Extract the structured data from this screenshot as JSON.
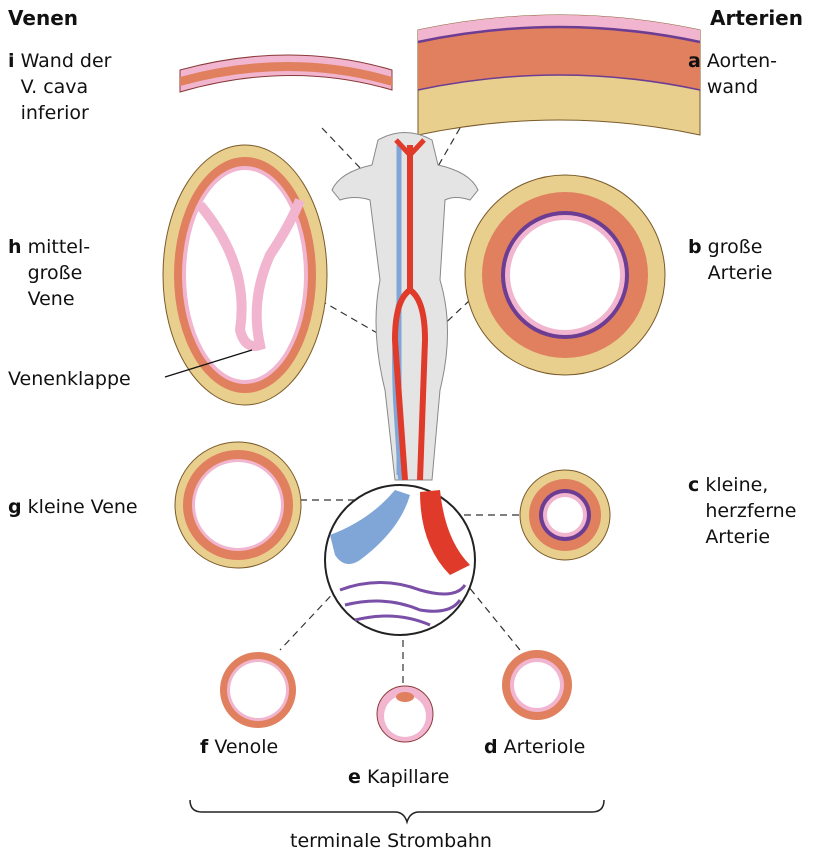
{
  "headings": {
    "veins": "Venen",
    "arteries": "Arterien"
  },
  "labels": {
    "a": {
      "letter": "a",
      "text": "Aorten-\nwand"
    },
    "b": {
      "letter": "b",
      "text": "große\nArterie"
    },
    "c": {
      "letter": "c",
      "text": "kleine,\nherzferne\nArterie"
    },
    "d": {
      "letter": "d",
      "text": "Arteriole"
    },
    "e": {
      "letter": "e",
      "text": "Kapillare"
    },
    "f": {
      "letter": "f",
      "text": "Venole"
    },
    "g": {
      "letter": "g",
      "text": "kleine Vene"
    },
    "h": {
      "letter": "h",
      "text": "mittel-\ngroße\nVene"
    },
    "i": {
      "letter": "i",
      "text": "Wand der\nV. cava\ninferior"
    }
  },
  "valve_label": "Venenklappe",
  "terminal_label": "terminale Strombahn",
  "colors": {
    "adventitia": "#e8cf8e",
    "media": "#e0805f",
    "intima": "#f1b5cf",
    "elastic": "#6c3d92",
    "artery_red": "#e03a2a",
    "vein_blue": "#7fa6d6",
    "capillary": "#7a4fa8",
    "body": "#e4e4e4"
  }
}
